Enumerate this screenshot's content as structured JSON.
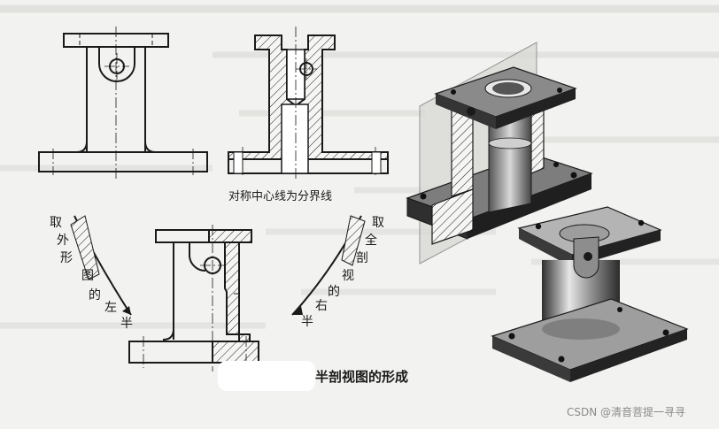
{
  "labels": {
    "center_line": "对称中心线为分界线",
    "left_group": [
      "取",
      "外",
      "形",
      "图",
      "的",
      "左",
      "半"
    ],
    "right_group": [
      "取",
      "全",
      "剖",
      "视",
      "的",
      "右",
      "半"
    ],
    "caption": "半剖视图的形成",
    "watermark": "CSDN @清音菩提一寻寻"
  },
  "colors": {
    "background": "#f2f2f0",
    "ink": "#1a1a1a",
    "model_dark": "#3a3a3a",
    "model_light": "#cfcfcf",
    "hatch_fill": "#e8e8e6"
  }
}
